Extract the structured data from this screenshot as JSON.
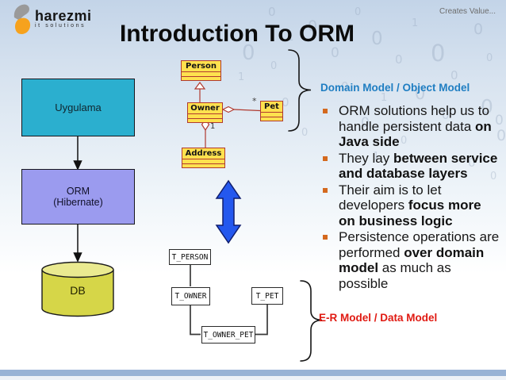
{
  "header": {
    "logo_name": "harezmi",
    "logo_subtitle": "it solutions",
    "tagline": "Creates Value...",
    "title": "Introduction To ORM"
  },
  "left_flow": {
    "app_box": "Uygulama",
    "orm_box_line1": "ORM",
    "orm_box_line2": "(Hibernate)",
    "db_label": "DB"
  },
  "uml": {
    "caption": "Domain Model / Object Model",
    "person": "Person",
    "owner": "Owner",
    "pet": "Pet",
    "address": "Address",
    "multiplicity_pet": "*",
    "multiplicity_address": "1"
  },
  "er": {
    "caption": "E-R Model / Data Model",
    "t_person": "T_PERSON",
    "t_owner": "T_OWNER",
    "t_pet": "T_PET",
    "t_owner_pet": "T_OWNER_PET"
  },
  "bullets": [
    {
      "segments": [
        {
          "text": "ORM solutions help us to handle persistent data ",
          "bold": false
        },
        {
          "text": "on Java side",
          "bold": true
        }
      ]
    },
    {
      "segments": [
        {
          "text": "They lay ",
          "bold": false
        },
        {
          "text": "between service and database layers",
          "bold": true
        }
      ]
    },
    {
      "segments": [
        {
          "text": "Their aim is to let developers ",
          "bold": false
        },
        {
          "text": "focus more on business logic",
          "bold": true
        }
      ]
    },
    {
      "segments": [
        {
          "text": "Persistence operations are performed ",
          "bold": false
        },
        {
          "text": "over domain model",
          "bold": true
        },
        {
          "text": " as much as possible",
          "bold": false
        }
      ]
    }
  ],
  "watermark_digits": [
    "0",
    "1"
  ],
  "colors": {
    "caption_blue": "#1f7ec2",
    "caption_red": "#e01a12",
    "bullet_square": "#d4691e",
    "app_box_fill": "#2bafcf",
    "orm_box_fill": "#9b9bef",
    "db_fill": "#d6d648",
    "uml_fill": "#ffe14e",
    "uml_border": "#b03a30",
    "sync_arrow_blue": "#2458ee",
    "footer_bar": "#99b3d5"
  }
}
